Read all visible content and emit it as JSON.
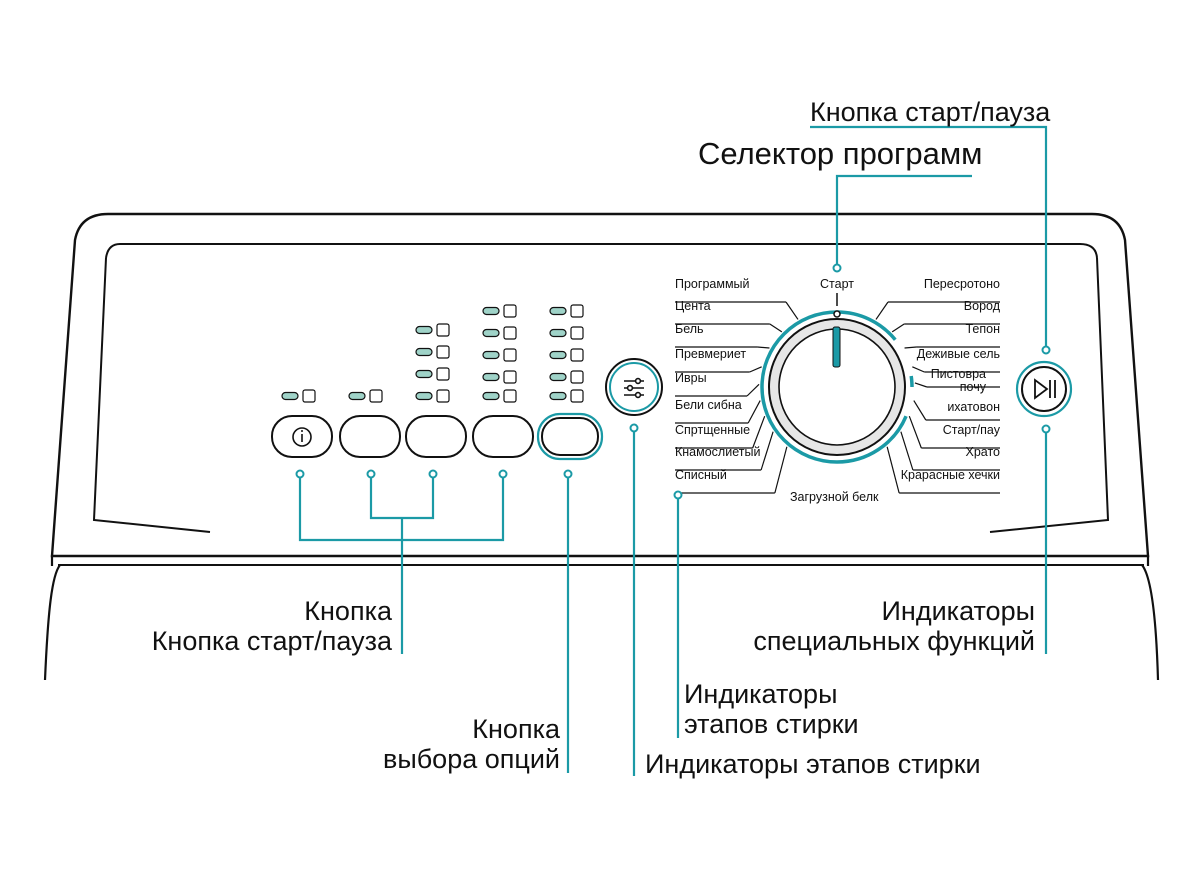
{
  "callouts": {
    "start_pause_top": "Кнопка старт/пауза",
    "program_selector": "Селектор программ",
    "left_button_line1": "Кнопка",
    "left_button_line2": "Кнопка старт/пауза",
    "special_functions_line1": "Индикаторы",
    "special_functions_line2": "специальных функций",
    "wash_stages_line1": "Индикаторы",
    "wash_stages_line2": "этапов стирки",
    "options_line1": "Кнопка",
    "options_line2": "выбора  опций",
    "wash_stages_bottom": "Индикаторы этапов стирки"
  },
  "dial": {
    "start_label": "Старт",
    "bottom_label": "Загрузной белк",
    "programs_left": [
      "Программый",
      "Цента",
      "Бель",
      "Превмериет",
      "Ивры",
      "Бели сибна",
      "Спртщенные",
      "Кнамослиетый",
      "Списный"
    ],
    "programs_right": [
      "Пересротоно",
      "Вород",
      "Тепон",
      "Деживые сель",
      "Пистовра",
      "почу",
      "ихатовон",
      "Старт/пау",
      "Храто",
      "Крарасные хечки"
    ]
  },
  "icons": {
    "info": "info-icon",
    "options": "sliders-icon",
    "start_pause": "play-pause-icon"
  },
  "colors": {
    "accent": "#1b9aa6",
    "line": "#111111",
    "led": "#9fd3c8"
  }
}
